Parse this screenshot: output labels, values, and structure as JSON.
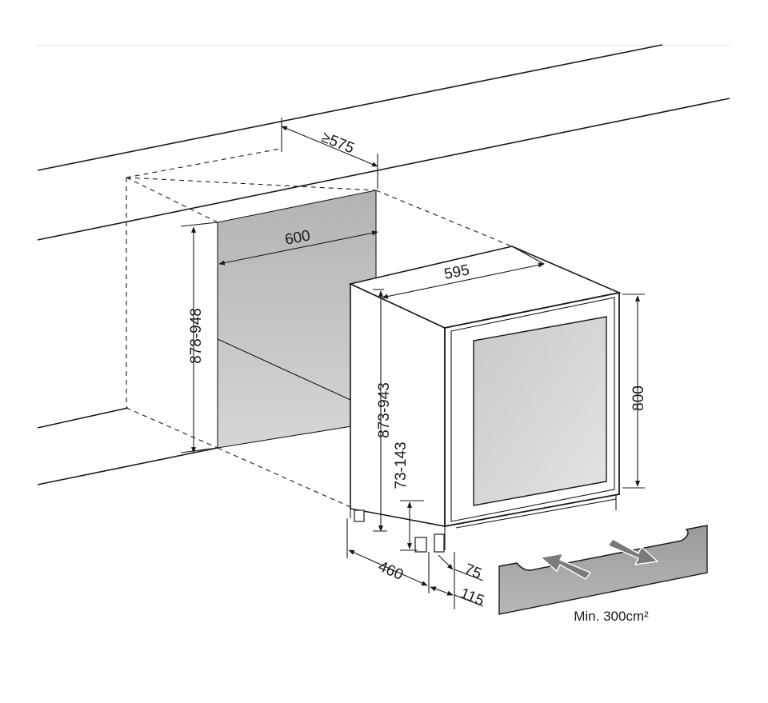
{
  "dimensions": {
    "depth_min": "≥575",
    "niche_width": "600",
    "niche_height": "878-948",
    "appliance_width": "595",
    "appliance_height": "873-943",
    "door_height": "800",
    "plinth_height": "73-143",
    "appliance_depth": "460",
    "foot_setback_75": "75",
    "foot_setback_115": "115"
  },
  "ventilation": {
    "caption": "Min. 300cm²"
  },
  "colors": {
    "line": "#1a1a1a",
    "shade": "#bdbdbd",
    "glass": "#d0d0d0",
    "plinth": "#a9a9a9",
    "arrow": "#7a7a7a"
  }
}
